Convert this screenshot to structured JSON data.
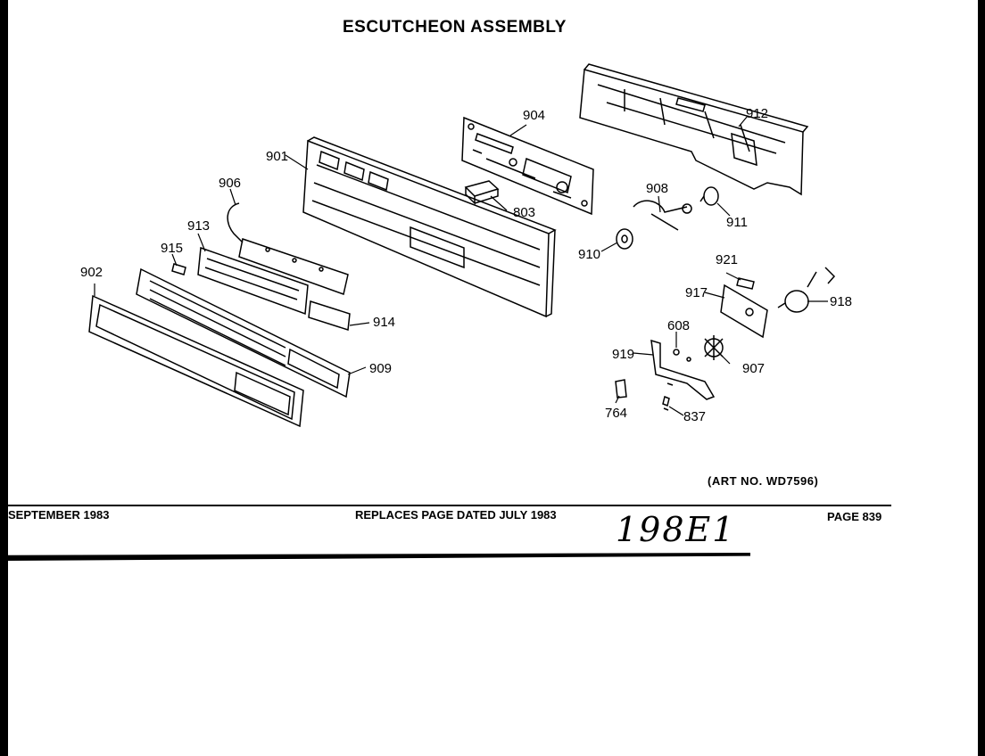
{
  "title": "ESCUTCHEON ASSEMBLY",
  "art_no": "(ART NO. WD7596)",
  "footer": {
    "date": "SEPTEMBER 1983",
    "replaces": "REPLACES PAGE DATED JULY 1983",
    "page": "PAGE 839",
    "handwritten_note": "198E1"
  },
  "callouts": {
    "c901": "901",
    "c902": "902",
    "c904": "904",
    "c906": "906",
    "c907": "907",
    "c908": "908",
    "c909": "909",
    "c910": "910",
    "c911": "911",
    "c912": "912",
    "c913": "913",
    "c914": "914",
    "c915": "915",
    "c917": "917",
    "c918": "918",
    "c919": "919",
    "c921": "921",
    "c608": "608",
    "c764": "764",
    "c803": "803",
    "c837": "837"
  }
}
